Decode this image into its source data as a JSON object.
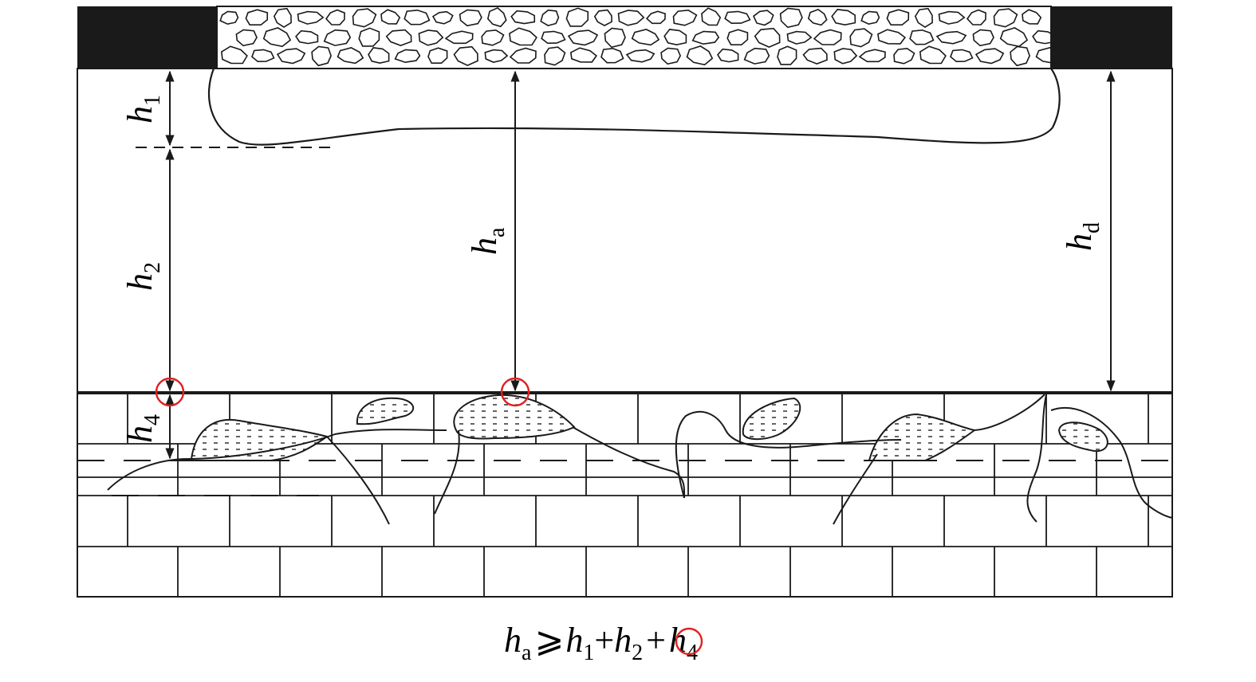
{
  "labels": {
    "h1": {
      "main": "h",
      "sub": "1"
    },
    "h2": {
      "main": "h",
      "sub": "2"
    },
    "ha": {
      "main": "h",
      "sub": "a"
    },
    "hd": {
      "main": "h",
      "sub": "d"
    },
    "h4": {
      "main": "h",
      "sub": "4"
    }
  },
  "formula": {
    "ha_main": "h",
    "ha_sub": "a",
    "geq": "⩾",
    "h1_main": "h",
    "h1_sub": "1",
    "plus": "+",
    "h2_main": "h",
    "h2_sub": "2",
    "circled_plus": "+",
    "h4_main": "h",
    "h4_sub": "4"
  },
  "colors": {
    "line": "#1a1a1a",
    "pillar": "#1a1a1a",
    "highlight": "#e02020"
  }
}
